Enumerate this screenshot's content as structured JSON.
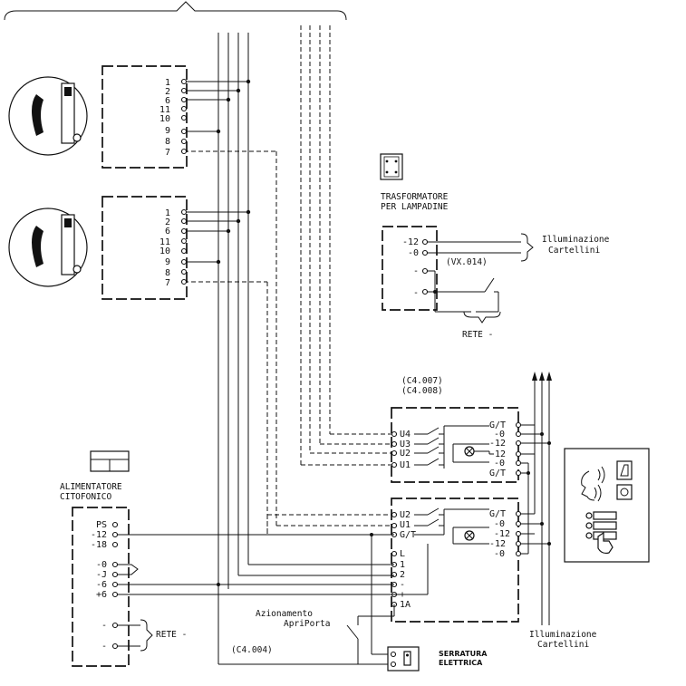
{
  "handsets": {
    "terminals": [
      "1",
      "2",
      "6",
      "11",
      "10",
      "9",
      "8",
      "7"
    ]
  },
  "transformer": {
    "title_line1": "TRASFORMATORE",
    "title_line2": "PER LAMPADINE",
    "terminals": [
      "-12",
      "-0",
      "-",
      "-"
    ],
    "code": "(VX.014)",
    "lighting_line1": "Illuminazione",
    "lighting_line2": "Cartellini",
    "mains": "RETE -"
  },
  "push_module": {
    "code_line1": "(C4.007)",
    "code_line2": "(C4.008)",
    "left_terminals": [
      "U4",
      "U3",
      "U2",
      "U1"
    ],
    "right_terminals": [
      "G/T",
      "-0",
      "-12",
      "-12",
      "-0",
      "G/T"
    ]
  },
  "main_module": {
    "left_terminals": [
      "U2",
      "U1",
      "G/T",
      "L",
      "1",
      "2",
      "-",
      "+",
      "1A"
    ],
    "right_terminals": [
      "G/T",
      "-0",
      "-12",
      "-12",
      "-0"
    ]
  },
  "power_supply": {
    "title_line1": "ALIMENTATORE",
    "title_line2": "CITOFONICO",
    "terminals": [
      "PS",
      "-12",
      "-18",
      "-0",
      "-J",
      "-6",
      "+6",
      "-",
      "-"
    ],
    "mains": "RETE -"
  },
  "door_release": {
    "label_line1": "Azionamento",
    "label_line2": "ApriPorta",
    "code": "(C4.004)"
  },
  "lock": {
    "label_line1": "SERRATURA",
    "label_line2": "ELETTRICA"
  },
  "bottom_lighting": {
    "line1": "Illuminazione",
    "line2": "Cartellini"
  }
}
